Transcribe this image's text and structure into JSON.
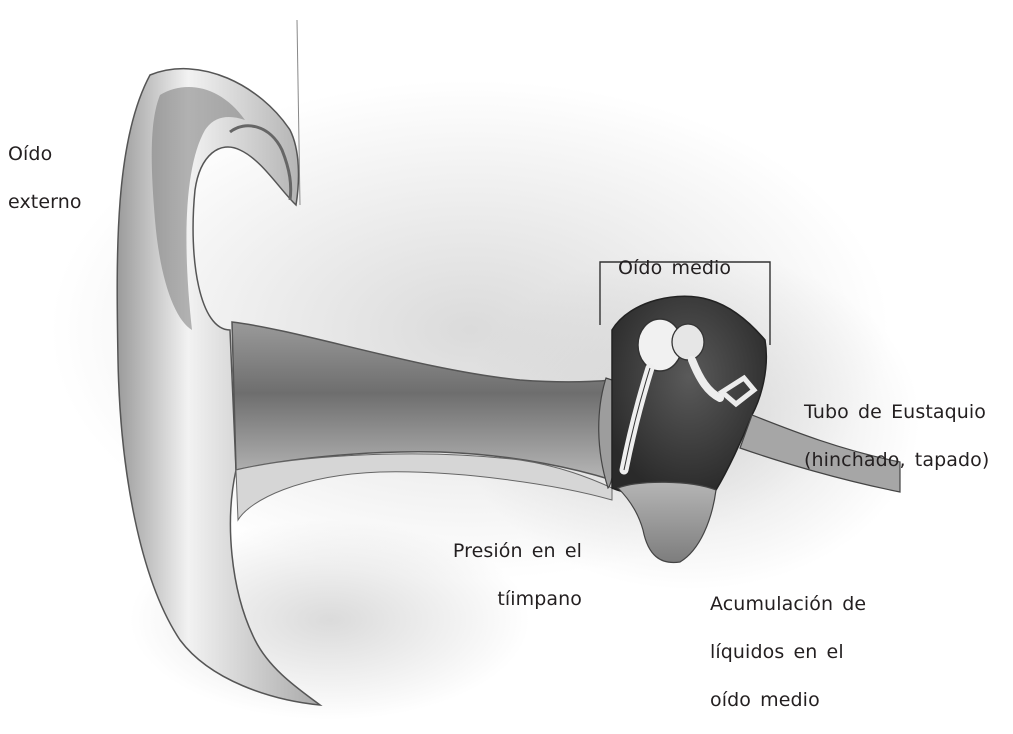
{
  "labels": {
    "outer_ear": [
      "Oído",
      "externo"
    ],
    "middle_ear": [
      "Oído medio"
    ],
    "eustachian_tube": [
      "Tubo de Eustaquio",
      "(hinchado, tapado)"
    ],
    "eardrum_pressure": [
      "Presión en el",
      "tíimpano"
    ],
    "fluid_buildup": [
      "Acumulación de",
      "líquidos en el",
      "oído medio"
    ]
  },
  "colors": {
    "text": "#231f20",
    "line": "#333333",
    "shade_dark": "#3a3a3a",
    "shade_mid": "#8c8c8c",
    "shade_light": "#d9d9d9"
  }
}
